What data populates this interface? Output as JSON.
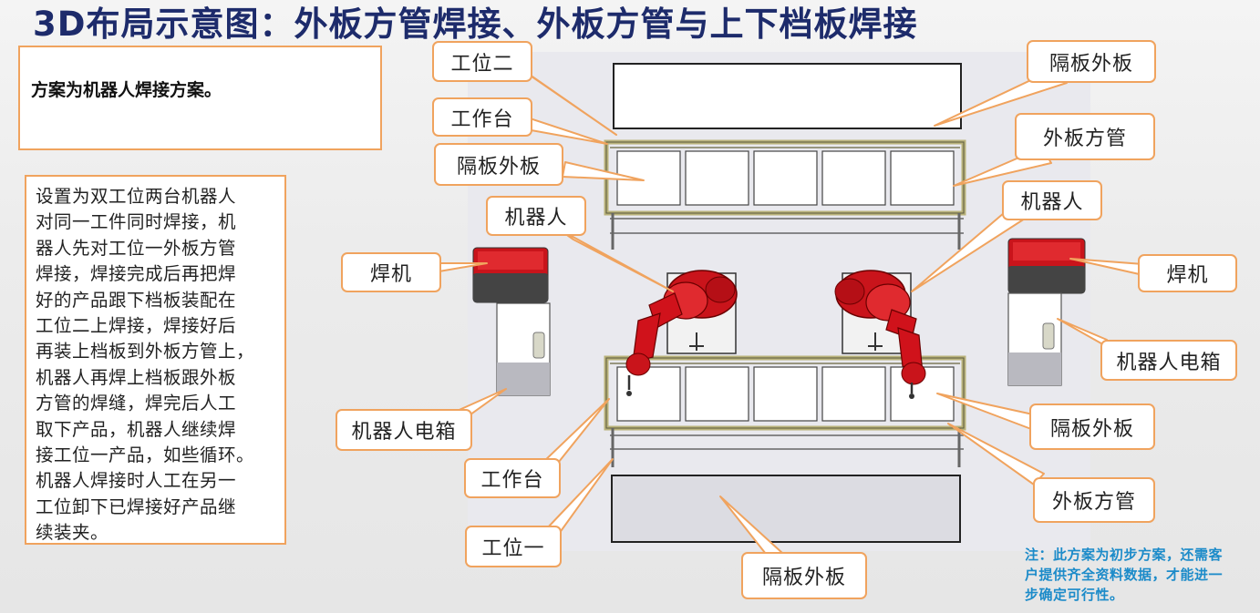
{
  "title": "3D布局示意图：外板方管焊接、外板方管与上下档板焊接",
  "intro": "方案为机器人焊接方案。",
  "description": [
    "设置为双工位两台机器人",
    "对同一工件同时焊接，机",
    "器人先对工位一外板方管",
    "焊接，焊接完成后再把焊",
    "好的产品跟下档板装配在",
    "工位二上焊接，焊接好后",
    "再装上档板到外板方管上，",
    "机器人再焊上档板跟外板",
    "方管的焊缝，焊完后人工",
    "取下产品，机器人继续焊",
    "接工位一产品，如些循环。",
    "机器人焊接时人工在另一",
    "工位卸下已焊接好产品继",
    "续装夹。"
  ],
  "note": [
    "注：此方案为初步方案，还需客",
    "户提供齐全资料数据，才能进一",
    "步确定可行性。"
  ],
  "labels": {
    "station2": "工位二",
    "workbench_top": "工作台",
    "partition_left_top": "隔板外板",
    "robot_left": "机器人",
    "welder_left": "焊机",
    "cabinet_left": "机器人电箱",
    "workbench_bottom": "工作台",
    "station1": "工位一",
    "partition_bottom": "隔板外板",
    "partition_right_top": "隔板外板",
    "tube_right_top": "外板方管",
    "robot_right": "机器人",
    "welder_right": "焊机",
    "cabinet_right": "机器人电箱",
    "partition_right_mid": "隔板外板",
    "tube_right_bottom": "外板方管"
  },
  "colors": {
    "accent": "#f0a35e",
    "title": "#1d2b6b",
    "note": "#1c8bc9",
    "robot": "#d0121b",
    "frame": "#c9c28a"
  }
}
